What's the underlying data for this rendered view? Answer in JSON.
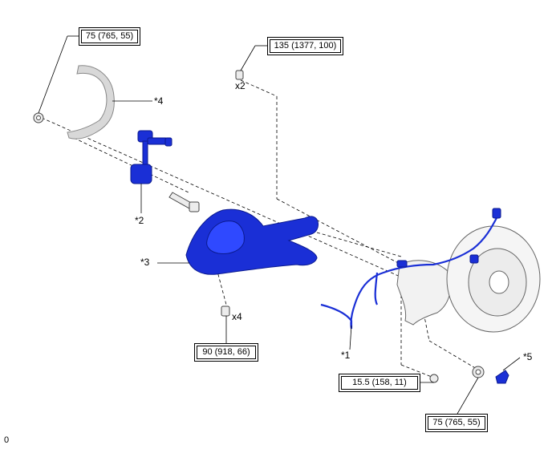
{
  "torque_specs": [
    {
      "id": "t1",
      "text": "75 (765, 55)"
    },
    {
      "id": "t2",
      "text": "135 (1377, 100)"
    },
    {
      "id": "t3",
      "text": "90 (918, 66)"
    },
    {
      "id": "t4",
      "text": "15.5 (158, 11)"
    },
    {
      "id": "t5",
      "text": "75 (765, 55)"
    }
  ],
  "callouts": {
    "c1": "*1",
    "c2": "*2",
    "c3": "*3",
    "c4": "*4",
    "c5": "*5"
  },
  "quantities": {
    "bolt_x2": "x2",
    "bolt_x4": "x4"
  },
  "figure_code": "0",
  "colors": {
    "highlight_part": "#1a2fd6",
    "highlight_dark": "#0b1a8f",
    "ghost_part": "#cfcfcf",
    "line": "#000000"
  }
}
